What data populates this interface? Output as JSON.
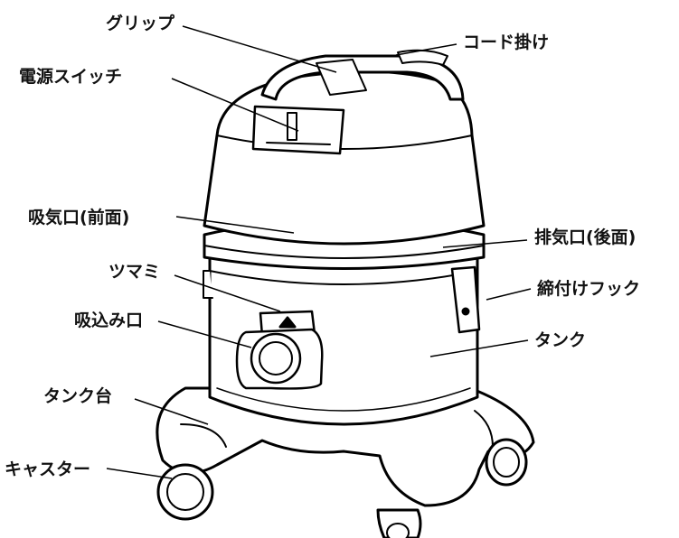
{
  "labels": {
    "grip": "グリップ",
    "cord_hook": "コード掛け",
    "power_switch": "電源スイッチ",
    "intake_front": "吸気口(前面)",
    "exhaust_rear": "排気口(後面)",
    "knob": "ツマミ",
    "latch_hook": "締付けフック",
    "suction_port": "吸込み口",
    "tank": "タンク",
    "tank_base": "タンク台",
    "caster": "キャスター"
  },
  "colors": {
    "line": "#000000",
    "text": "#111111",
    "background": "#ffffff"
  }
}
